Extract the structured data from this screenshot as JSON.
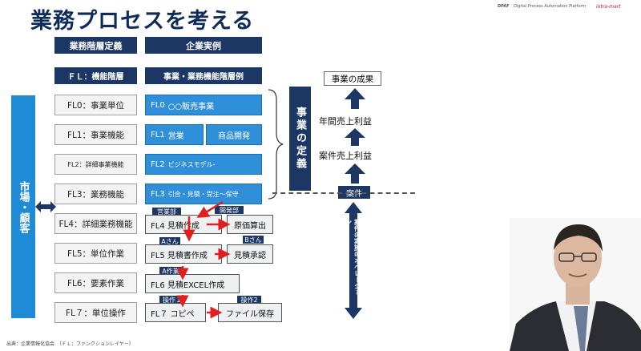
{
  "title": "業務プロセスを考える",
  "brand": {
    "dpaf": "DPAF",
    "platform": "Digital Process Automation Platform",
    "logo": "intra-mart"
  },
  "headers": {
    "left": "業務階層定義",
    "right": "企業実例"
  },
  "fl_header": {
    "left": "ＦＬ：機能階層",
    "right": "事業・業務機能階層例"
  },
  "levels": [
    {
      "label": "FL0：事業単位"
    },
    {
      "label": "FL1：事業機能"
    },
    {
      "label": "FL2：詳細事業機能"
    },
    {
      "label": "FL3：業務機能"
    },
    {
      "label": "FL4：詳細業務機能"
    },
    {
      "label": "FL5：単位作業"
    },
    {
      "label": "FL6：要素作業"
    },
    {
      "label": "FL７：単位操作"
    }
  ],
  "examples": {
    "fl0": {
      "code": "FL0",
      "text": "○○販売事業"
    },
    "fl1_a": {
      "code": "FL1",
      "text": "営業"
    },
    "fl1_b": {
      "text": "商品開発"
    },
    "fl2": {
      "code": "FL2",
      "text": "ビジネスモデル-"
    },
    "fl3": {
      "code": "FL3",
      "text": "引合・見積・受注～保守"
    },
    "fl4_a": {
      "label": "営業部",
      "text": "FL4 見積作成"
    },
    "fl4_b": {
      "label": "開発部",
      "text": "原価算出"
    },
    "fl5_a": {
      "label": "Aさん",
      "text": "FL5 見積書作成"
    },
    "fl5_b": {
      "label": "Bさん",
      "text": "見積承認"
    },
    "fl6": {
      "label": "A作業",
      "text": "FL6 見積EXCEL作成"
    },
    "fl7_a": {
      "label": "操作１",
      "text": "FL７ コピペ"
    },
    "fl7_b": {
      "label": "操作2",
      "text": "ファイル保存"
    }
  },
  "market": "市場・顧客",
  "business_definition": "事業の定義",
  "right_flow": {
    "result": "事業の成果",
    "annual": "年間売上利益",
    "per_case": "案件売上利益",
    "case": "案件"
  },
  "operations": "案件の実施のオペレーション",
  "footer": "出典：企業情報化協会　（ＦＬ：ファンクションレイヤー）",
  "colors": {
    "navy": "#1c3764",
    "blue": "#2f8fd8",
    "market_blue": "#1f8bd6",
    "arrow_red": "#e02020"
  }
}
